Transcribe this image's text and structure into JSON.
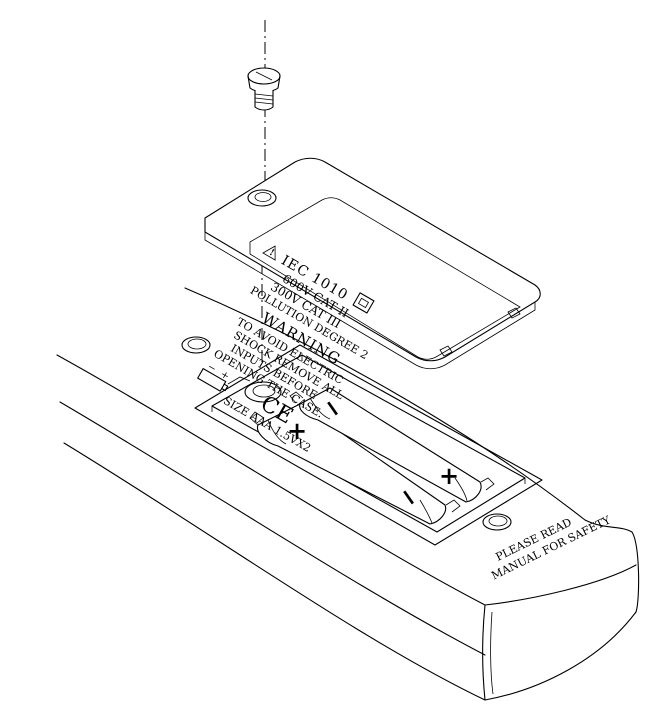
{
  "cover_label": {
    "line1": "IEC 1010",
    "line2": "600V CAT II",
    "line3": "300V CAT III",
    "line4": "POLLUTION DEGREE 2",
    "warning_title": "WARNING",
    "warning_line1": "TO AVOID ELECTRIC",
    "warning_line2": "SHOCK REMOVE ALL",
    "warning_line3": "INPUTS BEFORE",
    "warning_line4": "OPENING THE CASE.",
    "ce_mark": "CE",
    "battery_spec": "SIZE AAA 1.5VX2",
    "battery_plus": "+",
    "battery_minus": "−"
  },
  "batteries": {
    "left_plus": "+",
    "left_minus": "−",
    "right_minus": "−",
    "right_plus": "+"
  },
  "case_text": {
    "line1": "PLEASE READ",
    "line2": "MANUAL FOR SAFETY"
  }
}
